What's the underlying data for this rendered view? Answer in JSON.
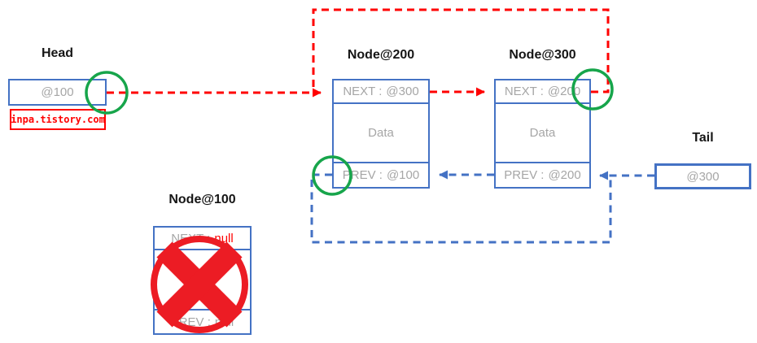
{
  "diagram": {
    "watermark": "inpa.tistory.com",
    "head": {
      "label": "Head",
      "value": "@100"
    },
    "tail": {
      "label": "Tail",
      "value": "@300"
    },
    "node200": {
      "label": "Node@200",
      "next_prefix": "NEXT :",
      "next_value": "@300",
      "data": "Data",
      "prev_prefix": "PREV :",
      "prev_value": "@100"
    },
    "node300": {
      "label": "Node@300",
      "next_prefix": "NEXT :",
      "next_value": "@200",
      "data": "Data",
      "prev_prefix": "PREV :",
      "prev_value": "@200"
    },
    "node100": {
      "label": "Node@100",
      "next_prefix": "NEXT :",
      "next_value": "null",
      "data": "",
      "prev_prefix": "PREV :",
      "prev_value": "null"
    }
  },
  "colors": {
    "box_border_blue": "#4472c4",
    "box_text_gray": "#a6a6a6",
    "label_black": "#161616",
    "next_pointer_red": "#ff0000",
    "prev_pointer_blue": "#4472c4",
    "highlight_green": "#17a54b",
    "deleted_cross_red": "#ec1c24",
    "null_value_red": "#ff0000",
    "watermark_red": "#ff0000"
  },
  "icons": {
    "deleted_node_icon": "red-cross-circle",
    "head_change_icon": "green-highlight-circle",
    "node200_prev_change_icon": "green-highlight-circle",
    "node300_next_change_icon": "green-highlight-circle"
  }
}
